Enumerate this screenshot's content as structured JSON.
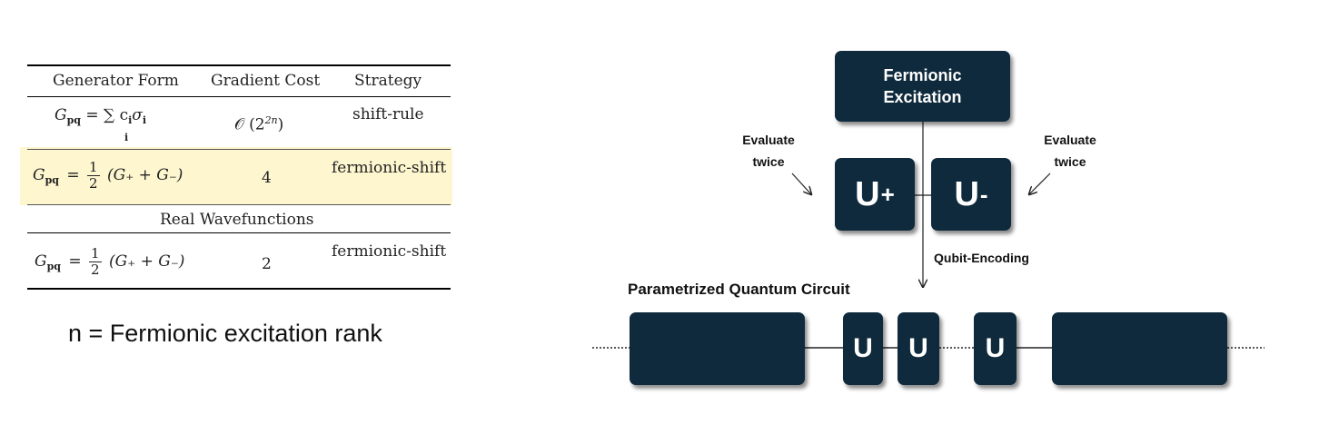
{
  "table": {
    "headers": [
      "Generator Form",
      "Gradient Cost",
      "Strategy"
    ],
    "rows": [
      {
        "generator_lhs": "G",
        "generator_sub": "pq",
        "generator_rhs": "= ∑ c",
        "generator_tail": "σ",
        "sum_index": "i",
        "cost": "𝒪 (2",
        "cost_exp": "2n",
        "cost_close": ")",
        "strategy": "shift-rule"
      },
      {
        "generator_lhs": "G",
        "generator_sub": "pq",
        "frac_num": "1",
        "frac_den": "2",
        "generator_rhs": "(G₊ + G₋)",
        "cost": "4",
        "strategy": "fermionic-shift",
        "highlighted": true
      },
      {
        "generator_lhs": "G",
        "generator_sub": "pq",
        "frac_num": "1",
        "frac_den": "2",
        "generator_rhs": "(G₊ + G₋)",
        "cost": "2",
        "strategy": "fermionic-shift"
      }
    ],
    "section_label": "Real Wavefunctions",
    "highlight_color": "#fdf6cf"
  },
  "caption": "n = Fermionic excitation rank",
  "diagram": {
    "top_box": {
      "line1": "Fermionic",
      "line2": "Excitation"
    },
    "u_plus": {
      "letter": "U",
      "mark": "+"
    },
    "u_minus": {
      "letter": "U",
      "mark": "-"
    },
    "left_note": {
      "line1": "Evaluate",
      "line2": "twice"
    },
    "right_note": {
      "line1": "Evaluate",
      "line2": "twice"
    },
    "arrow_label": "Qubit-Encoding",
    "circuit_title": "Parametrized Quantum Circuit",
    "circuit_gates": [
      "U",
      "U",
      "U"
    ],
    "box_color": "#0f2a3c"
  }
}
